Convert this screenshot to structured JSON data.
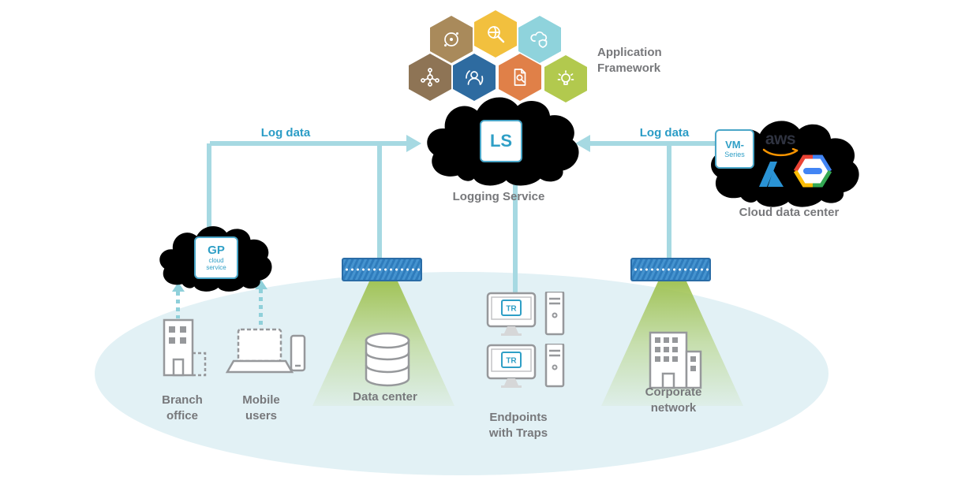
{
  "application_framework": {
    "label": "Application Framework",
    "hexagon_icons": [
      "radar-icon",
      "search-globe-icon",
      "cloud-shield-icon",
      "network-nodes-icon",
      "threat-actor-icon",
      "document-search-icon",
      "alert-icon"
    ],
    "hexagon_colors": [
      "#a98a5b",
      "#f2c03e",
      "#8fd3dc",
      "#8e7455",
      "#2e6ba0",
      "#e08048",
      "#b2c94e"
    ]
  },
  "logging_service": {
    "badge": "LS",
    "label": "Logging Service"
  },
  "log_data_left": "Log data",
  "log_data_right": "Log data",
  "gp_cloud": {
    "badge": "GP",
    "sub1": "cloud",
    "sub2": "service"
  },
  "cloud_data_center": {
    "vm1": "VM-",
    "vm2": "Series",
    "aws": "aws",
    "label": "Cloud data center"
  },
  "branch_office": {
    "label": "Branch office"
  },
  "mobile_users": {
    "label": "Mobile users"
  },
  "data_center": {
    "label": "Data center"
  },
  "endpoints": {
    "label": "Endpoints with Traps",
    "badge": "TR"
  },
  "corporate_network": {
    "label": "Corporate network"
  },
  "colors": {
    "accent_teal": "#2a9cc6",
    "line_teal": "#a6d9e2",
    "dashed_teal": "#8fd0da",
    "cone_green": "#a0c455",
    "zone_ellipse": "#e2f1f5",
    "label_gray": "#77787b",
    "firewall_blue": "#2f7cbc",
    "aws_orange": "#f79400",
    "azure_blue": "#2a93d5"
  }
}
